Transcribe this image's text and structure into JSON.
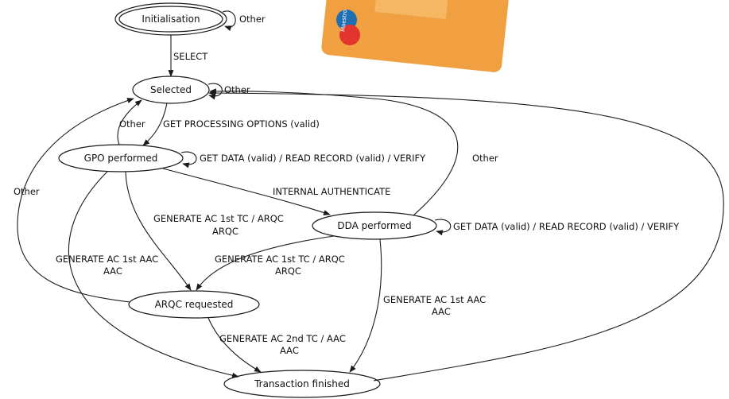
{
  "nodes": {
    "initialisation": "Initialisation",
    "selected": "Selected",
    "gpo": "GPO performed",
    "dda": "DDA performed",
    "arqc": "ARQC requested",
    "finished": "Transaction finished"
  },
  "edges": {
    "init_other": "Other",
    "select": "SELECT",
    "selected_other": "Other",
    "gpo_to_selected_other": "Other",
    "get_processing_options": "GET PROCESSING OPTIONS (valid)",
    "gpo_self": "GET DATA (valid) / READ RECORD (valid) / VERIFY",
    "dda_to_selected_other": "Other",
    "internal_authenticate": "INTERNAL AUTHENTICATE",
    "arqc_to_selected_other": "Other",
    "gpo_gen_ac_line1": "GENERATE AC 1st TC / ARQC",
    "gpo_gen_ac_line2": "ARQC",
    "dda_self": "GET DATA (valid) / READ RECORD (valid) / VERIFY",
    "gpo_aac_line1": "GENERATE AC 1st AAC",
    "gpo_aac_line2": "AAC",
    "dda_gen_ac_line1": "GENERATE AC 1st TC / ARQC",
    "dda_gen_ac_line2": "ARQC",
    "dda_aac_line1": "GENERATE AC 1st AAC",
    "dda_aac_line2": "AAC",
    "arqc_2nd_line1": "GENERATE AC 2nd TC / AAC",
    "arqc_2nd_line2": "AAC"
  },
  "card": {
    "brand": "Maestro",
    "colors": {
      "card": "#f0a040",
      "red": "#e3342f",
      "blue": "#1f6fb2"
    }
  }
}
